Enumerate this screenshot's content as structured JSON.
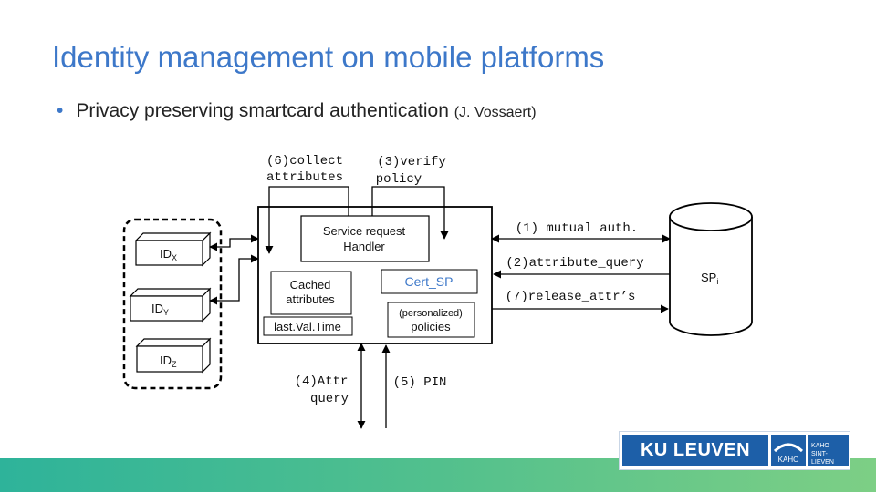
{
  "slide": {
    "title": "Identity management on mobile platforms",
    "bullet_main": "Privacy preserving smartcard authentication",
    "bullet_author": "(J. Vossaert)"
  },
  "diagram": {
    "collect_1": "(6)collect",
    "collect_2": "attributes",
    "verify_1": "(3)verify",
    "verify_2": "policy",
    "handler_1": "Service request",
    "handler_2": "Handler",
    "cached_1": "Cached",
    "cached_2": "attributes",
    "lastval": "last.Val.Time",
    "cert": "Cert_SP",
    "policies_1": "(personalized)",
    "policies_2": "policies",
    "id_x": "ID",
    "id_x_sub": "X",
    "id_y": "ID",
    "id_y_sub": "Y",
    "id_z": "ID",
    "id_z_sub": "Z",
    "attrquery_1": "(4)Attr",
    "attrquery_2": "query",
    "pin": "(5) PIN",
    "mutual": "(1) mutual auth.",
    "attribute_query": "(2)attribute_query",
    "release": "(7)release_attr’s",
    "sp": "SP",
    "sp_sub": "i"
  },
  "footer": {
    "logo_text": "KU LEUVEN",
    "kaho_1": "KAHO",
    "kaho_2": "SINT-LIEVEN",
    "kaho_mark": "KAHO"
  }
}
